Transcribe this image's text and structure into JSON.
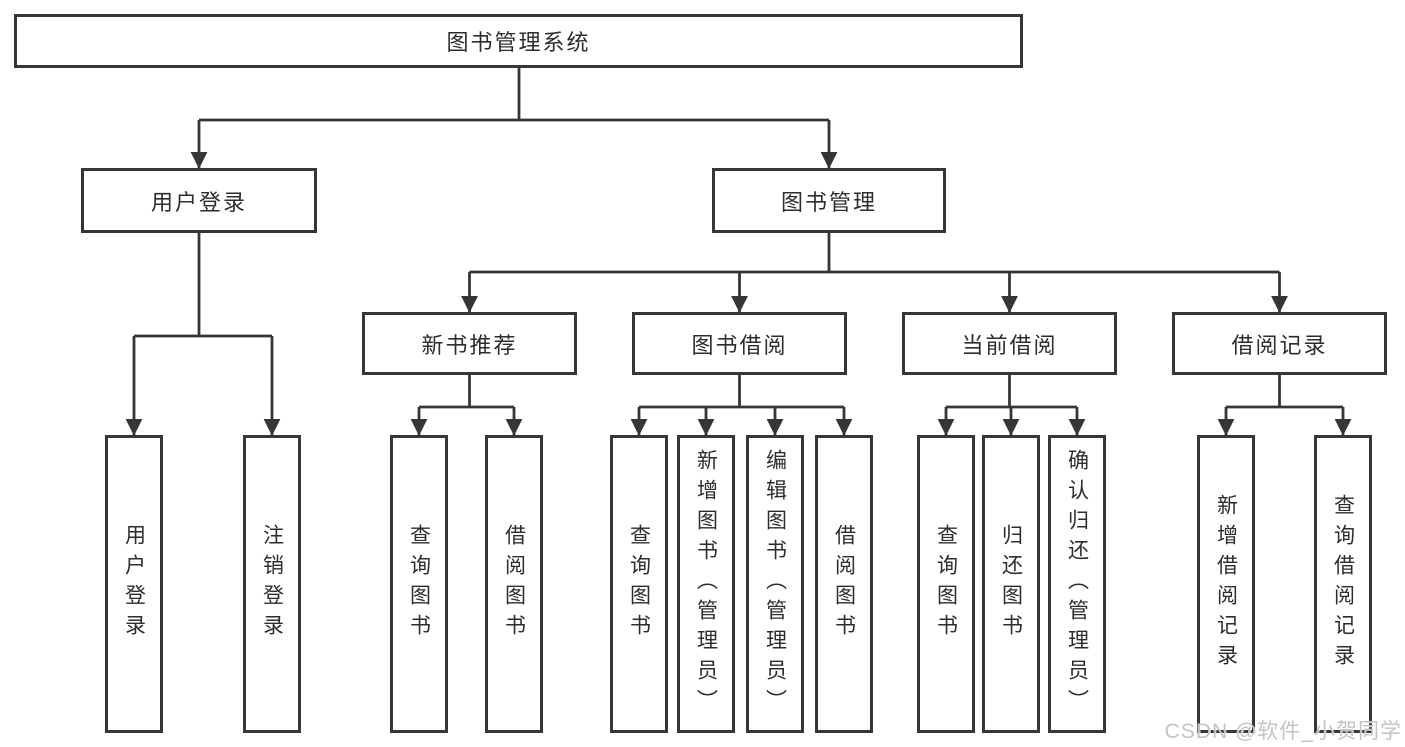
{
  "diagram": {
    "root": {
      "label": "图书管理系统"
    },
    "level2": [
      {
        "id": "user-login",
        "label": "用户登录"
      },
      {
        "id": "book-management",
        "label": "图书管理"
      }
    ],
    "level3": [
      {
        "id": "new-book-recommendation",
        "label": "新书推荐",
        "parent": "图书管理"
      },
      {
        "id": "book-borrowing",
        "label": "图书借阅",
        "parent": "图书管理"
      },
      {
        "id": "current-borrowing",
        "label": "当前借阅",
        "parent": "图书管理"
      },
      {
        "id": "borrowing-records",
        "label": "借阅记录",
        "parent": "图书管理"
      }
    ],
    "leaves": [
      {
        "label": "用户登录",
        "parent": "用户登录"
      },
      {
        "label": "注销登录",
        "parent": "用户登录"
      },
      {
        "label": "查询图书",
        "parent": "新书推荐"
      },
      {
        "label": "借阅图书",
        "parent": "新书推荐"
      },
      {
        "label": "查询图书",
        "parent": "图书借阅"
      },
      {
        "label": "新增图书（管理员）",
        "parent": "图书借阅"
      },
      {
        "label": "编辑图书（管理员）",
        "parent": "图书借阅"
      },
      {
        "label": "借阅图书",
        "parent": "图书借阅"
      },
      {
        "label": "查询图书",
        "parent": "当前借阅"
      },
      {
        "label": "归还图书",
        "parent": "当前借阅"
      },
      {
        "label": "确认归还（管理员）",
        "parent": "当前借阅"
      },
      {
        "label": "新增借阅记录",
        "parent": "借阅记录"
      },
      {
        "label": "查询借阅记录",
        "parent": "借阅记录"
      }
    ]
  },
  "watermark": {
    "text": "CSDN @软件_小贺同学"
  },
  "colors": {
    "line": "#363636",
    "border": "#363636",
    "text": "#2d2d2d",
    "watermark": "#c3c3c3",
    "background": "#ffffff"
  }
}
